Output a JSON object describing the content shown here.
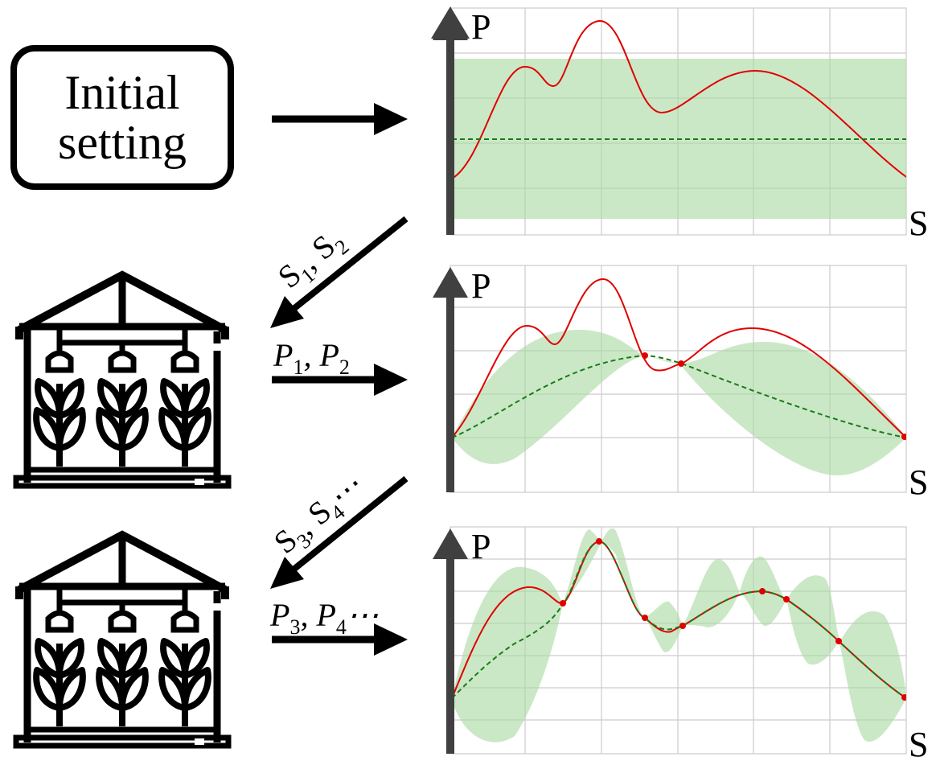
{
  "initial_box": {
    "line1": "Initial",
    "line2": "setting"
  },
  "panels": [
    {
      "y_label": "P",
      "x_label": "S"
    },
    {
      "y_label": "P",
      "x_label": "S"
    },
    {
      "y_label": "P",
      "x_label": "S"
    }
  ],
  "arrow_labels": {
    "s12_a": "S",
    "s12_a_sub": "1",
    "s12_sep": ", ",
    "s12_b": "S",
    "s12_b_sub": "2",
    "p12_a": "P",
    "p12_a_sub": "1",
    "p12_sep": ", ",
    "p12_b": "P",
    "p12_b_sub": "2",
    "s34_a": "S",
    "s34_a_sub": "3",
    "s34_sep": ", ",
    "s34_b": "S",
    "s34_b_sub": "4",
    "s34_more": "⋯",
    "p34_a": "P",
    "p34_a_sub": "3",
    "p34_sep": ", ",
    "p34_b": "P",
    "p34_b_sub": "4",
    "p34_more": "⋯"
  },
  "colors": {
    "true_function": "#e00000",
    "mean": "#1a7a1a",
    "confidence": "#a8d8a0",
    "grid": "#cccccc",
    "axis": "#404040"
  },
  "icons": [
    "greenhouse-icon",
    "greenhouse-icon"
  ]
}
